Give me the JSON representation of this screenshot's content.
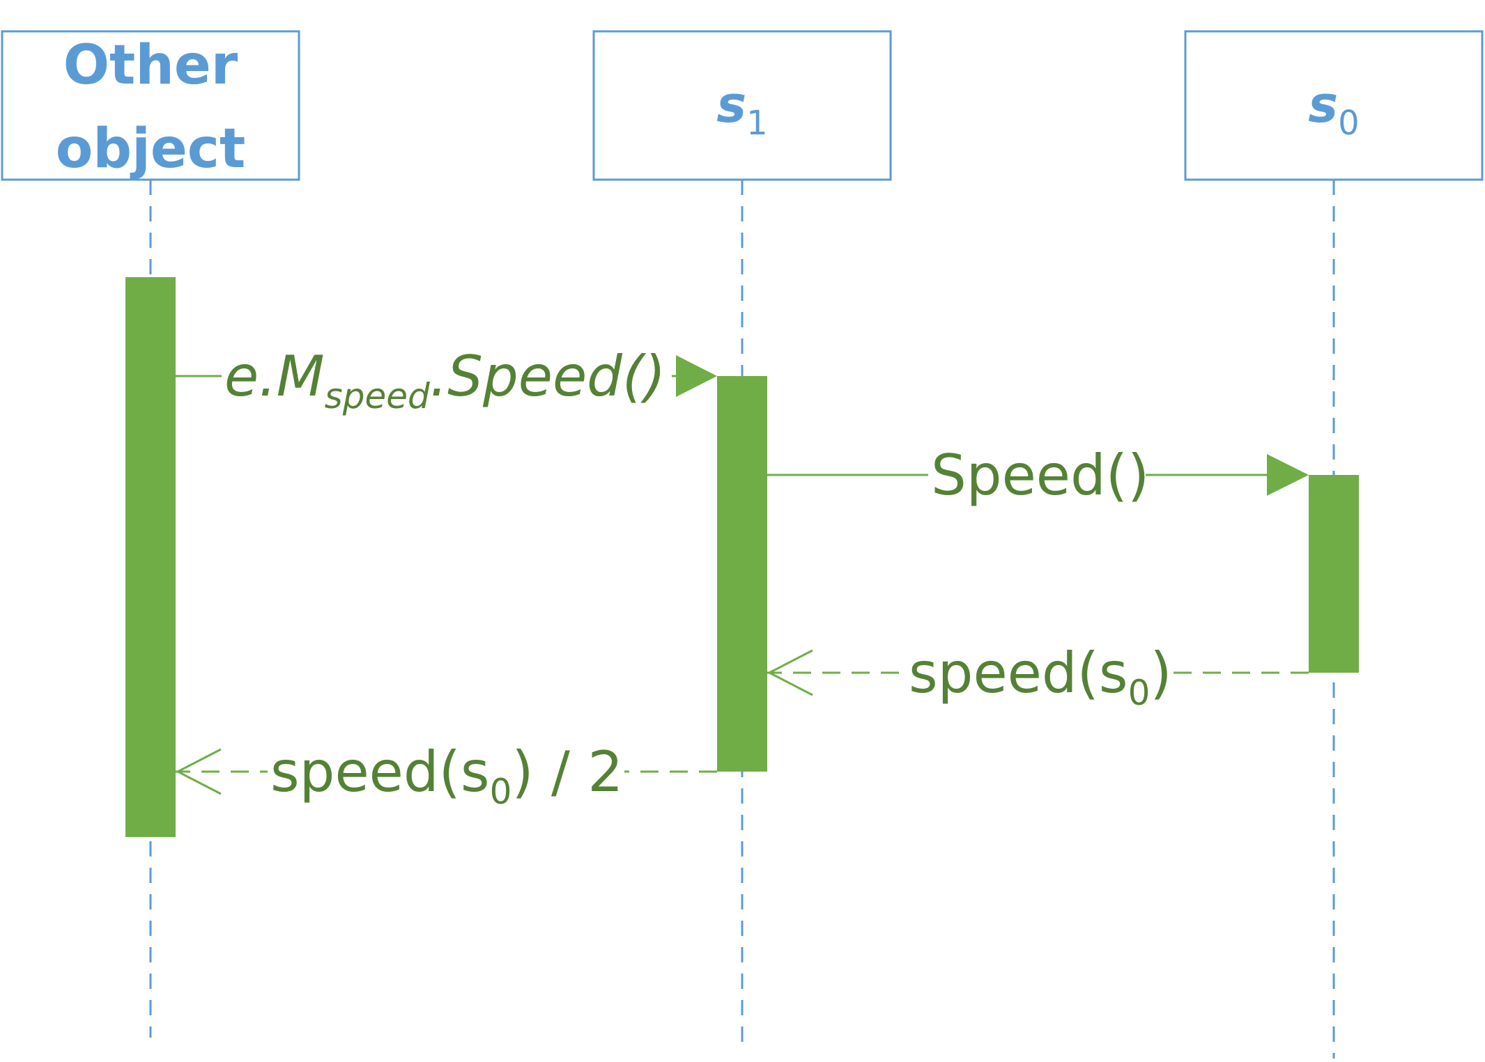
{
  "colors": {
    "lifeline": "#5B9BD5",
    "activation": "#70AD47",
    "message": "#548235",
    "background": "#FFFFFF"
  },
  "participants": [
    {
      "id": "other",
      "line1": "Other",
      "line2": "object"
    },
    {
      "id": "s1",
      "base": "s",
      "sub": "1"
    },
    {
      "id": "s0",
      "base": "s",
      "sub": "0"
    }
  ],
  "messages": [
    {
      "id": "call-s1",
      "kind": "sync",
      "from": "other",
      "to": "s1",
      "pre": "e.M",
      "sub": "speed",
      "post": ".Speed()"
    },
    {
      "id": "call-s0",
      "kind": "sync",
      "from": "s1",
      "to": "s0",
      "pre": "Speed()"
    },
    {
      "id": "return-s0",
      "kind": "return",
      "from": "s0",
      "to": "s1",
      "pre": "speed(s",
      "sub": "0",
      "post": ")"
    },
    {
      "id": "return-s1",
      "kind": "return",
      "from": "s1",
      "to": "other",
      "pre": "speed(s",
      "sub": "0",
      "post": ") / 2"
    }
  ]
}
